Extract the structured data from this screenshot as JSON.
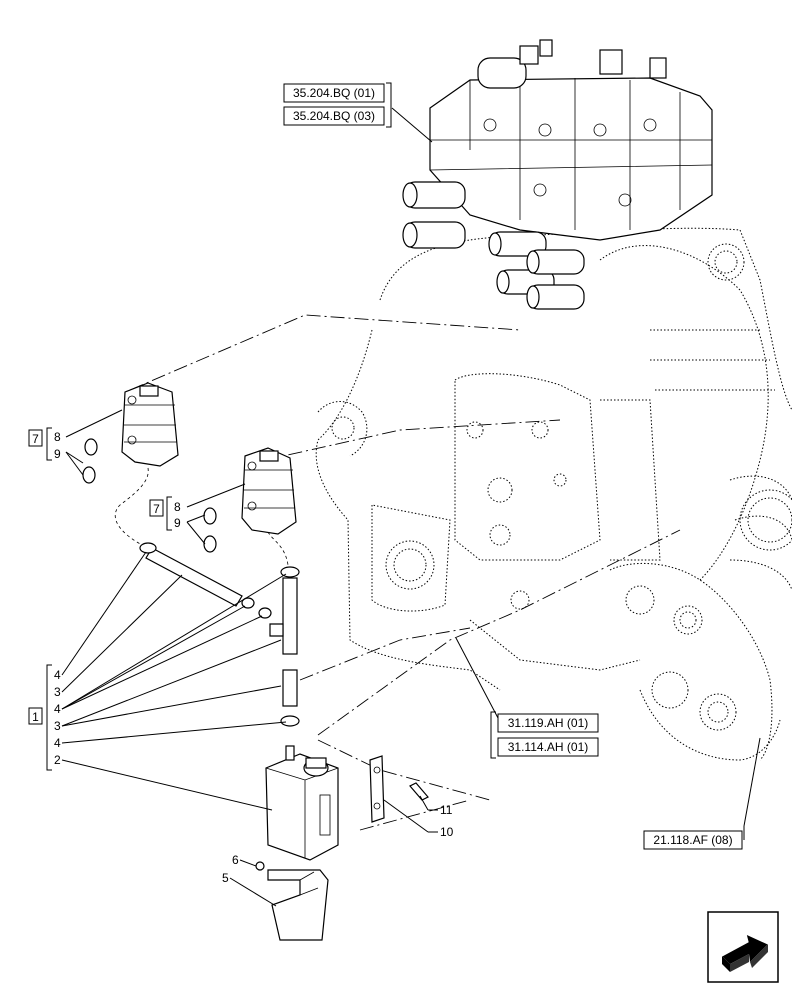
{
  "refs": {
    "r1": "35.204.BQ (01)",
    "r2": "35.204.BQ (03)",
    "r3": "31.119.AH (01)",
    "r4": "31.114.AH (01)",
    "r5": "21.118.AF (08)"
  },
  "callouts": {
    "c1": "1",
    "c2": "2",
    "c3a": "3",
    "c3b": "3",
    "c4a": "4",
    "c4b": "4",
    "c4c": "4",
    "c5": "5",
    "c6": "6",
    "c7a": "7",
    "c7b": "7",
    "c8a": "8",
    "c8b": "8",
    "c9a": "9",
    "c9b": "9",
    "c10": "10",
    "c11": "11"
  },
  "nav_icon": "next-page-arrow-icon"
}
